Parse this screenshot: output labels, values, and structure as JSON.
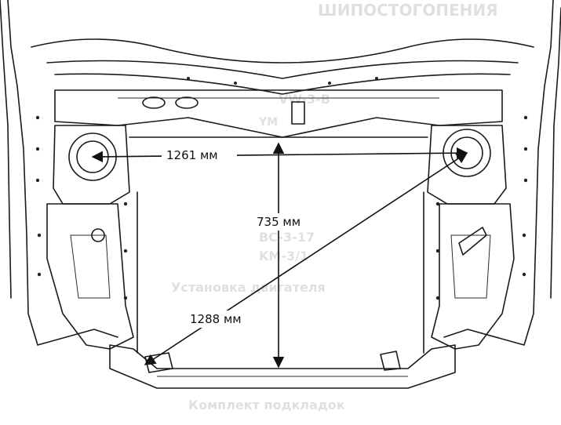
{
  "diagram": {
    "dimensions": [
      {
        "id": "width",
        "label": "1261 мм"
      },
      {
        "id": "height",
        "label": "735 мм"
      },
      {
        "id": "diagonal",
        "label": "1288 мм"
      }
    ]
  },
  "bleed_through": {
    "top_heading": "ШИПОСТОГОПЕНИЯ",
    "lines": [
      "VW-3-B",
      "YM",
      "BC-3-17",
      "KM-3/1",
      "Установка двигателя",
      "Комплект подкладок"
    ]
  }
}
